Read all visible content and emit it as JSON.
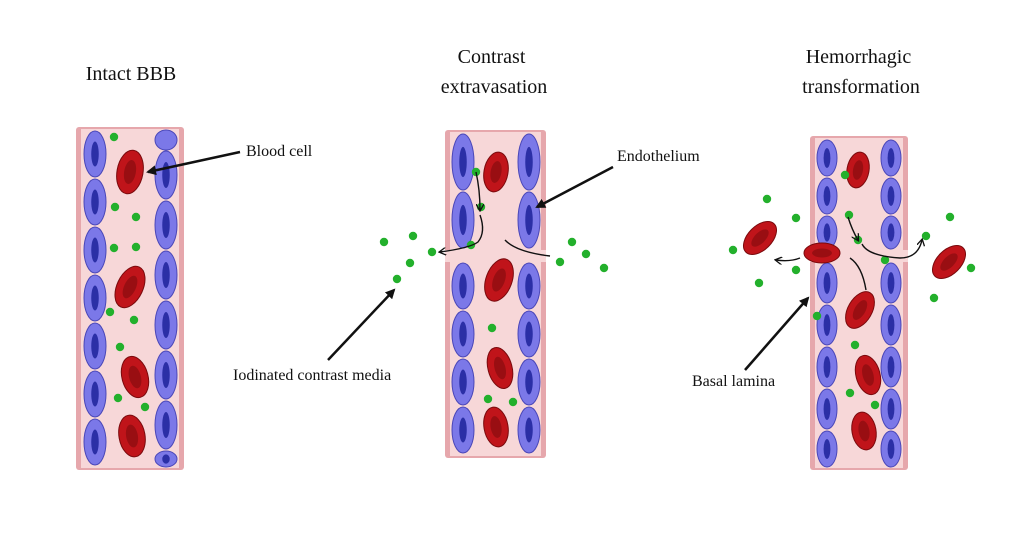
{
  "panels": [
    {
      "title_lines": [
        "Intact BBB"
      ]
    },
    {
      "title_lines": [
        "Contrast",
        "extravasation"
      ]
    },
    {
      "title_lines": [
        "Hemorrhagic",
        "transformation"
      ]
    }
  ],
  "labels": {
    "blood_cell": "Blood cell",
    "endothelium": "Endothelium",
    "contrast_media": "Iodinated contrast media",
    "basal_lamina": "Basal lamina"
  },
  "colors": {
    "vessel_lumen": "#f7d7d8",
    "vessel_wall": "#e6a7ac",
    "endothelial_cell": "#7b78e8",
    "endothelial_nucleus": "#2b2fa6",
    "red_blood_cell": "#c0141a",
    "red_blood_cell_center": "#8e0c10",
    "contrast_dot": "#23b02c",
    "arrow": "#111111"
  }
}
